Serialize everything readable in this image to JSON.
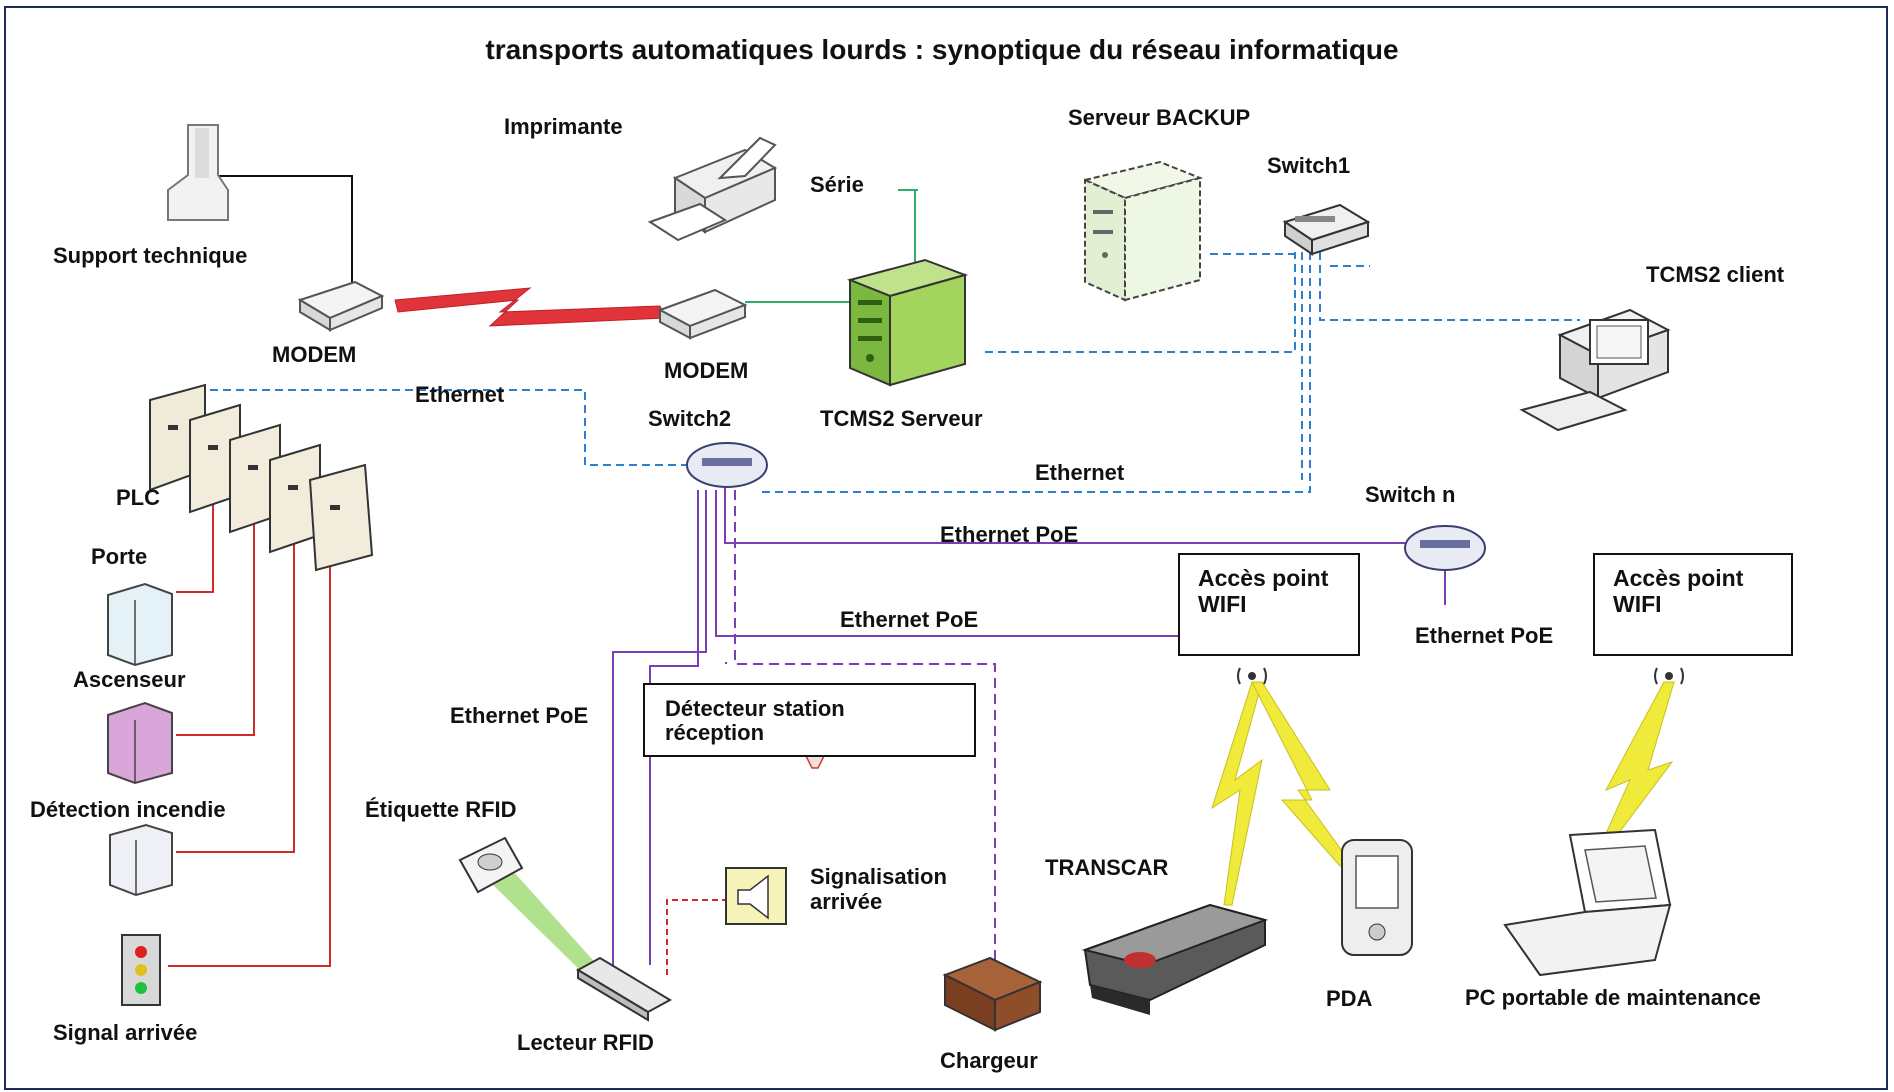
{
  "title": "transports  automatiques lourds : synoptique du réseau informatique",
  "colors": {
    "ethernet": "#2f7fcf",
    "serial": "#2fae6a",
    "poe": "#7a3fb8",
    "signal": "#d12a2a",
    "modem_link": "#e0343a",
    "wifi": "#f0ea3a"
  },
  "nodes": {
    "support": "Support technique",
    "modem_left": "MODEM",
    "imprimante": "Imprimante",
    "serie": "Série",
    "modem_right": "MODEM",
    "backup": "Serveur BACKUP",
    "switch1": "Switch1",
    "tcms2_client": "TCMS2 client",
    "tcms2_serveur": "TCMS2 Serveur",
    "switch2": "Switch2",
    "plc": "PLC",
    "porte": "Porte",
    "ascenseur": "Ascenseur",
    "detection_incendie": "Détection incendie",
    "signal_arrivee": "Signal arrivée",
    "switch_n": "Switch n",
    "etiquette_rfid": "Étiquette RFID",
    "lecteur_rfid": "Lecteur RFID",
    "signalisation_arrivee": "Signalisation\narrivée",
    "chargeur": "Chargeur",
    "transcar": "TRANSCAR",
    "pda": "PDA",
    "pc_portable": "PC portable de maintenance"
  },
  "links": {
    "ethernet_1": "Ethernet",
    "ethernet_2": "Ethernet",
    "poe_1": "Ethernet PoE",
    "poe_2": "Ethernet PoE",
    "poe_3": "Ethernet PoE",
    "poe_4": "Ethernet PoE"
  },
  "boxes": {
    "detecteur": "Détecteur station\nréception",
    "wifi_1": "Accès point\nWIFI",
    "wifi_2": "Accès point\nWIFI"
  },
  "icons": [
    "support-tower-icon",
    "modem-icon",
    "printer-icon",
    "server-icon",
    "switch-icon",
    "desktop-computer-icon",
    "plc-rack-icon",
    "cabinet-icon",
    "traffic-light-icon",
    "rfid-tag-icon",
    "rfid-reader-icon",
    "speaker-icon",
    "charger-icon",
    "transcar-vehicle-icon",
    "pda-icon",
    "laptop-icon",
    "wifi-antenna-icon",
    "lightning-bolt-icon"
  ]
}
